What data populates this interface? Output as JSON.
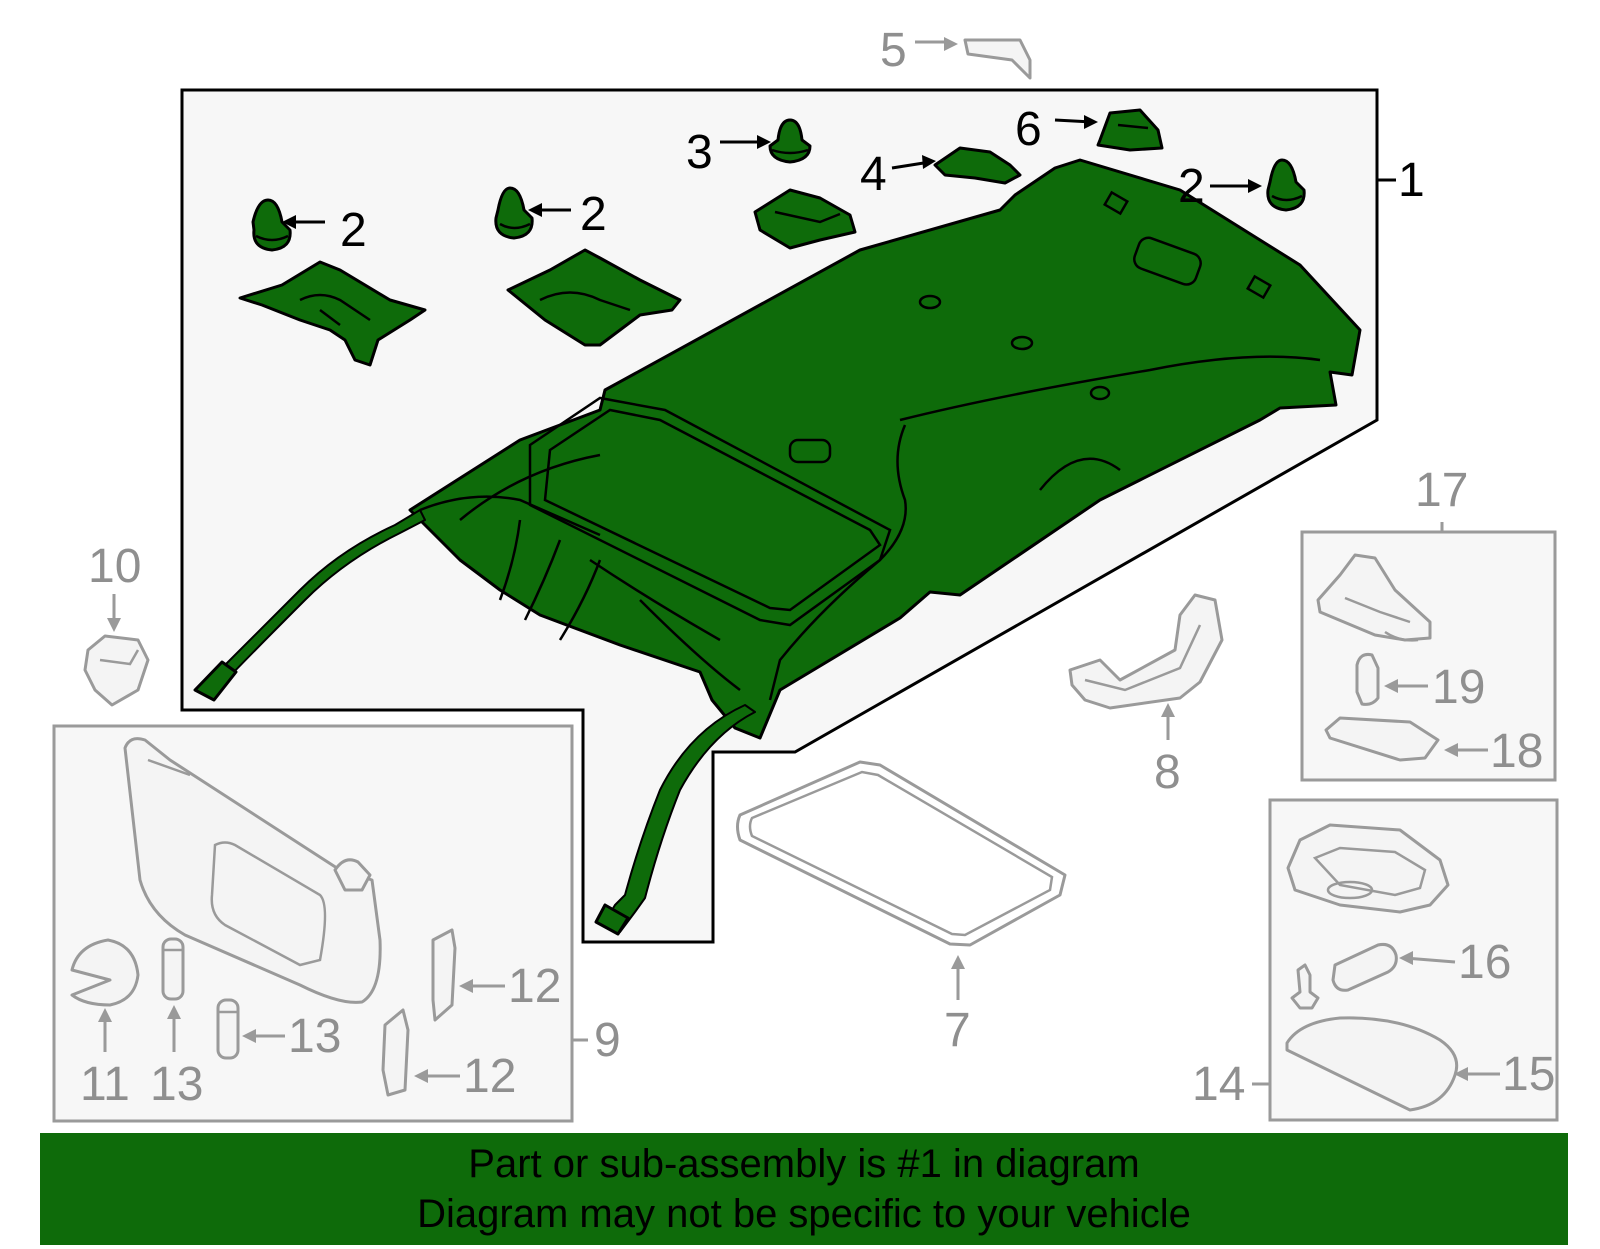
{
  "colors": {
    "highlight": "#0e6b0a",
    "callout_active": "#000000",
    "callout_inactive": "#8f8f8f",
    "outline_inactive": "#9a9a9a"
  },
  "callouts": {
    "c1": "1",
    "c2a": "2",
    "c2b": "2",
    "c2c": "2",
    "c3": "3",
    "c4": "4",
    "c5": "5",
    "c6": "6",
    "c7": "7",
    "c8": "8",
    "c9": "9",
    "c10": "10",
    "c11": "11",
    "c12a": "12",
    "c12b": "12",
    "c13a": "13",
    "c13b": "13",
    "c14": "14",
    "c15": "15",
    "c16": "16",
    "c17": "17",
    "c18": "18",
    "c19": "19"
  },
  "banner": {
    "line1": "Part or sub-assembly is #1 in diagram",
    "line2": "Diagram may not be specific to your vehicle"
  }
}
